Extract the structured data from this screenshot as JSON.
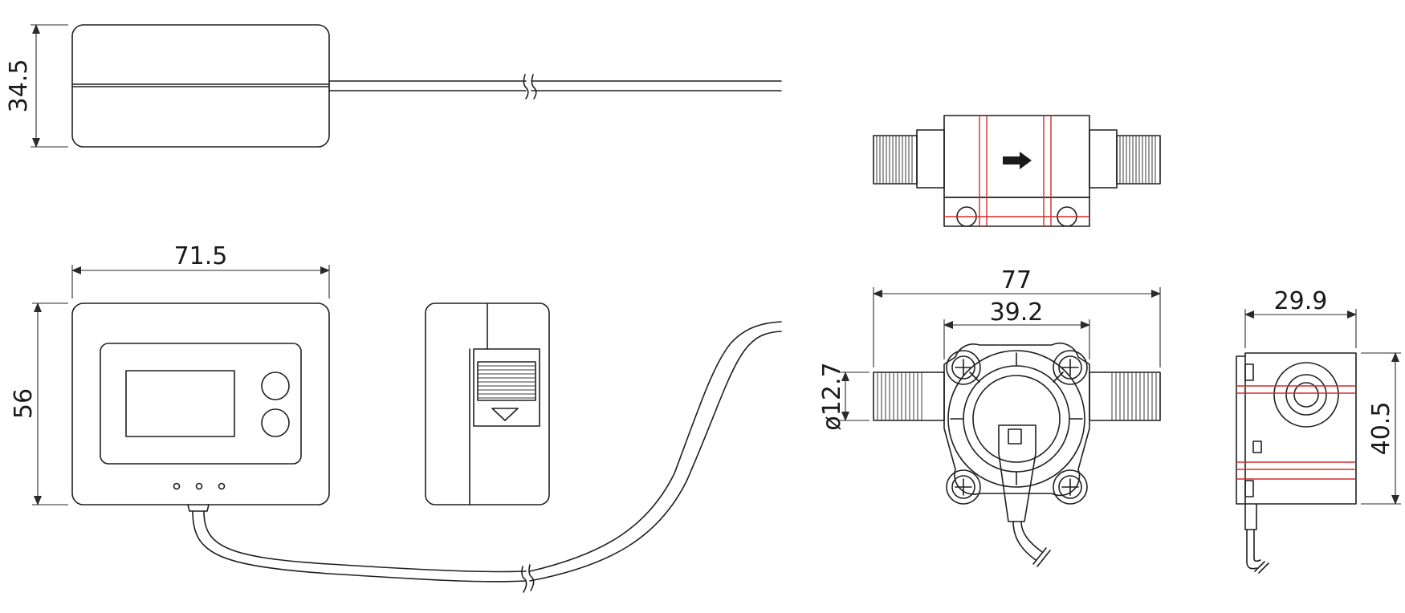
{
  "dimensions": {
    "display_height": "34.5",
    "display_width": "71.5",
    "display_depth": "56",
    "sensor_length": "77",
    "sensor_body_width": "39.2",
    "sensor_thread_diameter": "ø12.7",
    "sensor_side_width": "29.9",
    "sensor_side_height": "40.5"
  },
  "colors": {
    "outline": "#1f1f1f",
    "hidden_lines": "#d42a2a",
    "background": "#ffffff"
  }
}
